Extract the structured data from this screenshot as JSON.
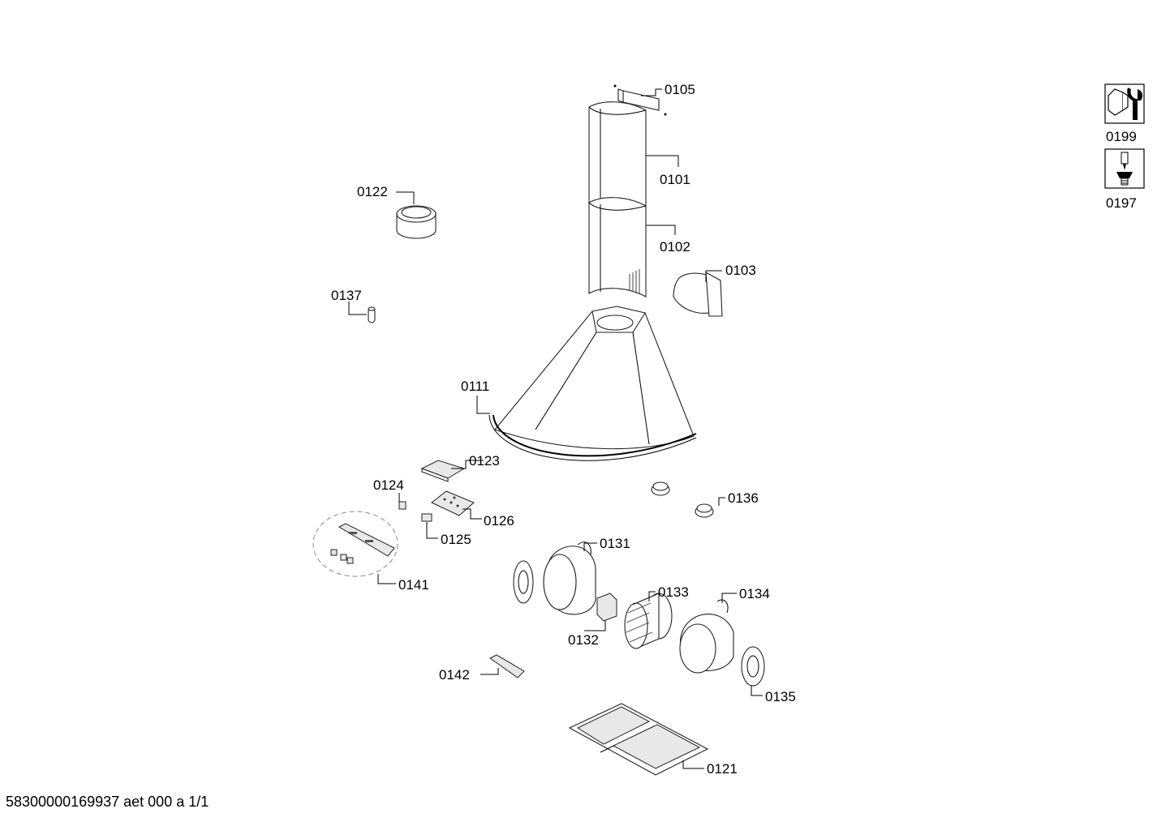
{
  "labels": {
    "p0105": "0105",
    "p0101": "0101",
    "p0102": "0102",
    "p0103": "0103",
    "p0122": "0122",
    "p0137": "0137",
    "p0111": "0111",
    "p0123": "0123",
    "p0124": "0124",
    "p0126": "0126",
    "p0125": "0125",
    "p0136": "0136",
    "p0141": "0141",
    "p0131": "0131",
    "p0133": "0133",
    "p0134": "0134",
    "p0132": "0132",
    "p0142": "0142",
    "p0135": "0135",
    "p0121": "0121"
  },
  "tools": {
    "t0199": "0199",
    "t0197": "0197"
  },
  "footer": "58300000169937 aet 000 a 1/1"
}
